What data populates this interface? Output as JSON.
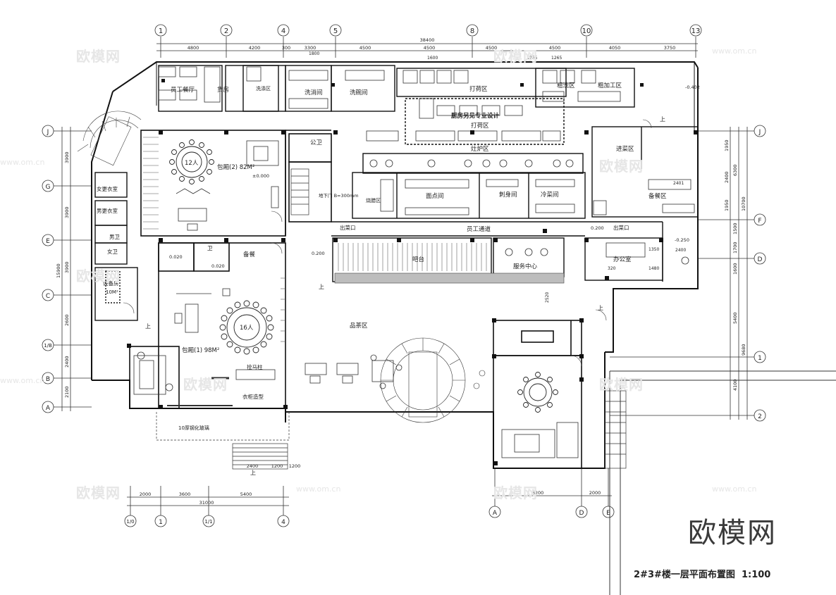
{
  "title_block": {
    "drawing_title": "2#3#楼一层平面布置图",
    "scale": "1:100",
    "brand": "欧模网"
  },
  "watermarks": {
    "logo_text": "欧模网",
    "url": "www.om.cn"
  },
  "grid_axes": {
    "top": [
      "1",
      "2",
      "4",
      "5",
      "8",
      "10",
      "13"
    ],
    "left": [
      "J",
      "G",
      "E",
      "C",
      "1/B",
      "B",
      "A"
    ],
    "right": [
      "J",
      "F",
      "D",
      "1",
      "2"
    ],
    "bottom": [
      "1/0",
      "1",
      "1/1",
      "4",
      "A",
      "D",
      "E"
    ]
  },
  "dimensions": {
    "top_total": "38400",
    "top_segments": [
      "4800",
      "4200",
      "300",
      "3300",
      "4500",
      "4500",
      "4500",
      "4500",
      "4050",
      "3750"
    ],
    "left_segments": [
      "3900",
      "3900",
      "3900",
      "2600",
      "2400",
      "2100"
    ],
    "left_total": "15900",
    "right_segments": [
      "1950",
      "2400",
      "1950",
      "1500",
      "1700",
      "1600",
      "5400",
      "4100"
    ],
    "right_totals": [
      "6300",
      "10700",
      "9680"
    ],
    "bottom_segments": [
      "2000",
      "3600",
      "5400"
    ],
    "bottom_total": "31000",
    "bottom_right": [
      "6200",
      "2000"
    ],
    "stair_dims": [
      "2400",
      "1200",
      "1200"
    ],
    "misc": [
      "1800",
      "1265",
      "1265",
      "1600",
      "1750",
      "2520",
      "1350",
      "1480",
      "320",
      "2401",
      "2400",
      "1200"
    ]
  },
  "rooms": {
    "staff_canteen": "员工餐厅",
    "storage": "货房",
    "fresh_area": "洗涤区",
    "dish_wash": "洗消间",
    "wash_room": "洗碗间",
    "packing": "打荷区",
    "wash_area": "粗洗区",
    "rough_process": "粗加工区",
    "kitchen_note": "厨房另见专业设计",
    "packing_area": "打荷区",
    "stove_area": "灶炉区",
    "feed_area": "进菜区",
    "prep_area": "备餐区",
    "pastry": "面点间",
    "cold_dish": "冷菜间",
    "sushi": "刺身间",
    "bbq": "烧腊区",
    "private_room_2": "包厢(2) 82M²",
    "private_room_2_capacity": "12人",
    "private_room_1": "包厢(1) 98M²",
    "private_room_1_capacity": "16人",
    "public_wc": "公卫",
    "female_locker": "女更衣室",
    "male_locker": "男更衣室",
    "male_wc": "男卫",
    "female_wc": "女卫",
    "equipment": "设备房",
    "equipment_area": "10M²",
    "wc": "卫",
    "prep": "备餐",
    "staff_corridor": "员工通道",
    "serving_exit_1": "出菜口",
    "serving_exit_2": "出菜口",
    "bar": "吧台",
    "service_center": "服务中心",
    "office": "办公室",
    "tea_area": "品茶区",
    "coat_rack": "衣柜造型",
    "horse_post": "拴马柱",
    "glass": "10厚钢化玻璃",
    "basement_stair": "地下门 B=300mm",
    "level_1": "±0.000",
    "level_2": "-0.402",
    "level_3": "0.200",
    "level_4": "0.200",
    "level_5": "-0.250",
    "level_6": "0.020",
    "level_7": "0.020",
    "up_label": "上"
  }
}
